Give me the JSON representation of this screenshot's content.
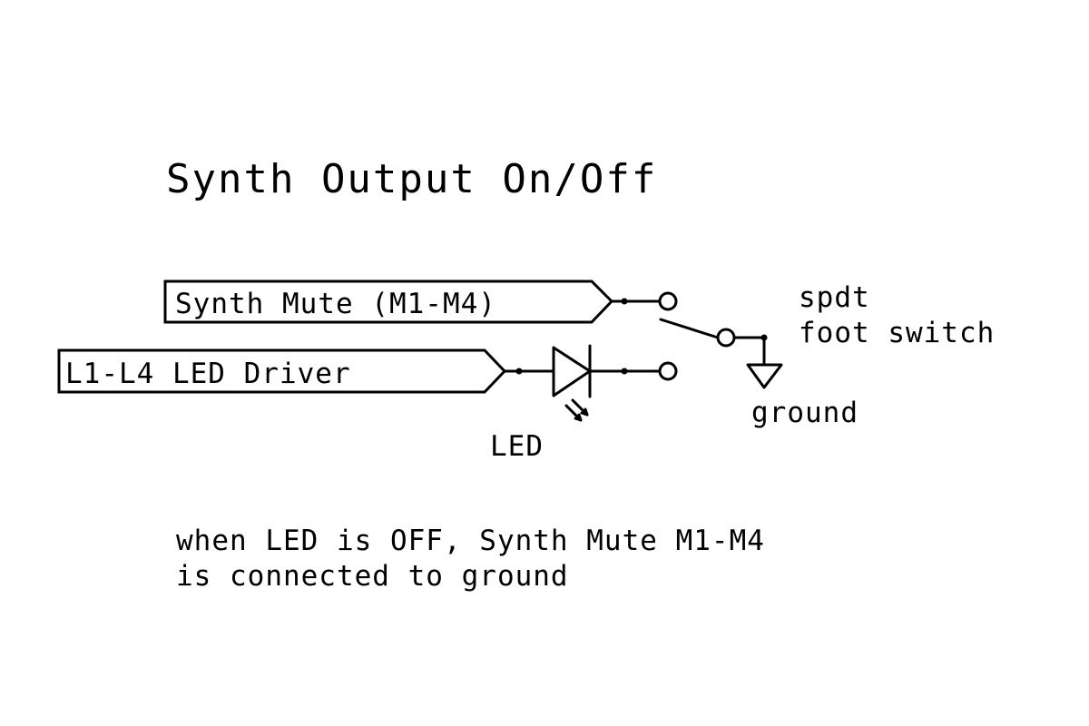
{
  "title": "Synth Output On/Off",
  "ports": {
    "synth_mute": "Synth Mute (M1-M4)",
    "led_driver": "L1-L4 LED Driver"
  },
  "components": {
    "led_label": "LED",
    "switch_label_line1": "spdt",
    "switch_label_line2": "foot switch",
    "ground_label": "ground"
  },
  "note": {
    "line1": "when LED is OFF, Synth Mute M1-M4",
    "line2": "is connected to ground"
  },
  "colors": {
    "ink": "#000000",
    "background": "#ffffff"
  }
}
